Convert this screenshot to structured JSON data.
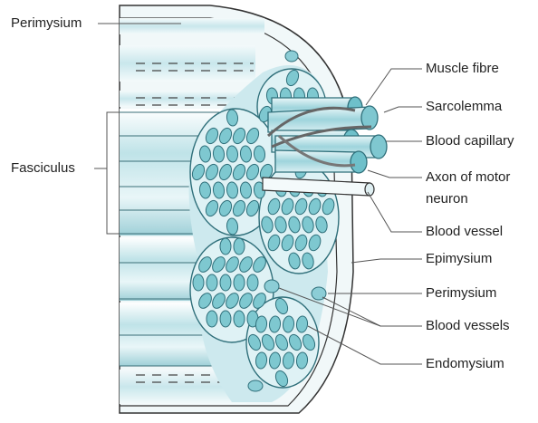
{
  "labels": {
    "perimysium_top": "Perimysium",
    "fasciculus": "Fasciculus",
    "muscle_fibre": "Muscle fibre",
    "sarcolemma": "Sarcolemma",
    "blood_capillary": "Blood capillary",
    "axon_line1": "Axon of motor",
    "axon_line2": "neuron",
    "blood_vessel": "Blood vessel",
    "epimysium": "Epimysium",
    "perimysium_right": "Perimysium",
    "blood_vessels": "Blood vessels",
    "endomysium": "Endomysium"
  },
  "colors": {
    "fibre_fill": "#7ec8d0",
    "fibre_stroke": "#2f6f7a",
    "sheath": "#e3f1f4",
    "shade": "#b6dde3",
    "line": "#555555"
  }
}
